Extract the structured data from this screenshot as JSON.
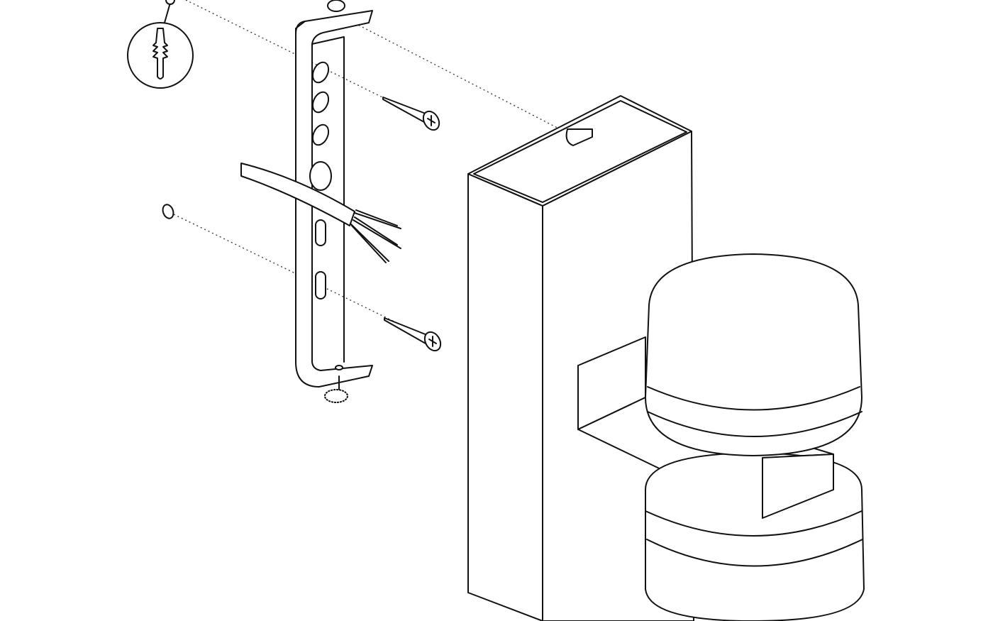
{
  "figure": {
    "type": "exploded-assembly-diagram",
    "parts": [
      "wall-plug",
      "mounting-bracket",
      "screw",
      "power-cable",
      "washer-ring",
      "lamp-housing",
      "lamp-head"
    ]
  },
  "colors": {
    "line": "#111111",
    "background": "#ffffff"
  }
}
